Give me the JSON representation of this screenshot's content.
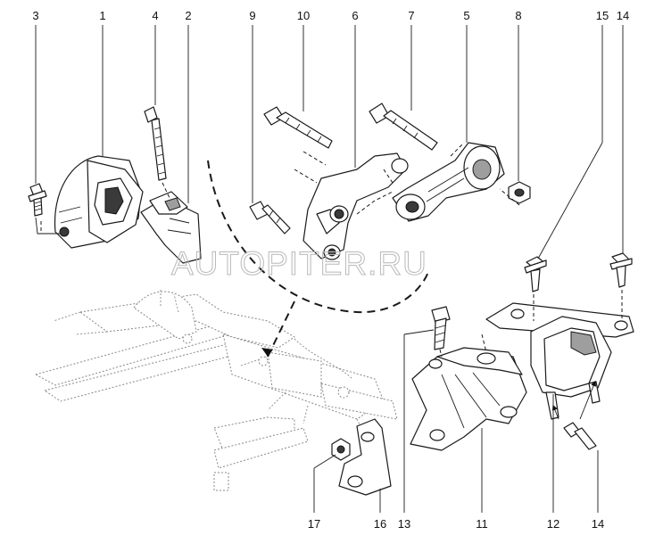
{
  "watermark": "AUTOPITER.RU",
  "callouts": {
    "c3": "3",
    "c1": "1",
    "c4": "4",
    "c2": "2",
    "c9": "9",
    "c10": "10",
    "c6": "6",
    "c7": "7",
    "c5": "5",
    "c8": "8",
    "c15": "15",
    "c14a": "14",
    "c17": "17",
    "c16": "16",
    "c13": "13",
    "c11": "11",
    "c12": "12",
    "c14b": "14"
  }
}
